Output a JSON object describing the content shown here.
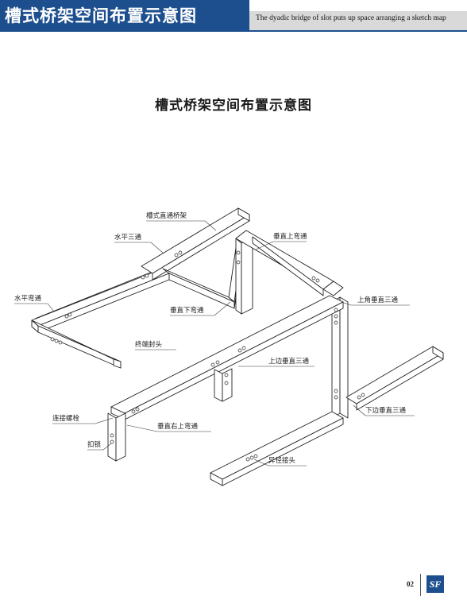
{
  "header": {
    "title": "槽式桥架空间布置示意图",
    "subtitle": "The dyadic bridge of slot puts up space arranging a sketch map"
  },
  "document": {
    "title": "槽式桥架空间布置示意图"
  },
  "diagram": {
    "labels": {
      "straight_tray": "槽式直通桥架",
      "horizontal_tee": "水平三通",
      "vertical_up_bend": "垂直上弯通",
      "horizontal_bend": "水平弯通",
      "upper_corner_vertical_tee": "上角垂直三通",
      "vertical_down_bend": "垂直下弯通",
      "end_cap": "终端封头",
      "upper_side_vertical_tee": "上边垂直三通",
      "connecting_bolt": "连接螺栓",
      "vertical_right_up_bend": "垂直右上弯通",
      "lower_side_vertical_tee": "下边垂直三通",
      "buckle_lock": "扣锁",
      "reducer": "异径接头"
    }
  },
  "footer": {
    "page_number": "02",
    "logo_text": "SF"
  },
  "colors": {
    "header_blue": "#1d4f8f",
    "header_strip": "#d9d9d9"
  }
}
